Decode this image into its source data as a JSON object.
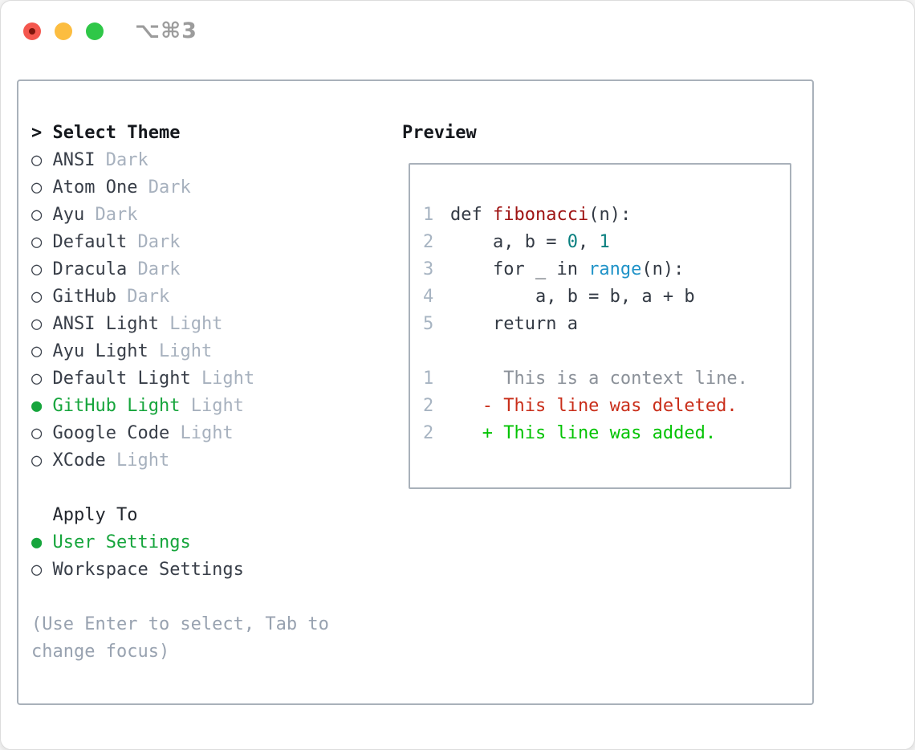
{
  "window": {
    "title": "⌥⌘3",
    "traffic_lights": [
      "close",
      "minimize",
      "zoom"
    ]
  },
  "colors": {
    "panel_border": "#a9b1ba",
    "selected_green": "#16a53c",
    "added_green": "#03c303",
    "deleted_red": "#c92e1a",
    "function_red": "#9e1313",
    "number_teal": "#087f7f",
    "builtin_blue": "#2093c8",
    "muted_gray": "#a7b1be",
    "hint_gray": "#98a2b0"
  },
  "theme_panel": {
    "header": {
      "cursor": ">",
      "label": "Select Theme"
    },
    "items": [
      {
        "name": "ANSI",
        "variant": "Dark",
        "selected": false
      },
      {
        "name": "Atom One",
        "variant": "Dark",
        "selected": false
      },
      {
        "name": "Ayu",
        "variant": "Dark",
        "selected": false
      },
      {
        "name": "Default",
        "variant": "Dark",
        "selected": false
      },
      {
        "name": "Dracula",
        "variant": "Dark",
        "selected": false
      },
      {
        "name": "GitHub",
        "variant": "Dark",
        "selected": false
      },
      {
        "name": "ANSI Light",
        "variant": "Light",
        "selected": false
      },
      {
        "name": "Ayu Light",
        "variant": "Light",
        "selected": false
      },
      {
        "name": "Default Light",
        "variant": "Light",
        "selected": false
      },
      {
        "name": "GitHub Light",
        "variant": "Light",
        "selected": true
      },
      {
        "name": "Google Code",
        "variant": "Light",
        "selected": false
      },
      {
        "name": "XCode",
        "variant": "Light",
        "selected": false
      }
    ],
    "apply_to": {
      "label": "Apply To",
      "options": [
        {
          "name": "User Settings",
          "selected": true
        },
        {
          "name": "Workspace Settings",
          "selected": false
        }
      ]
    },
    "hint_lines": [
      "(Use Enter to select, Tab to",
      "change focus)"
    ]
  },
  "preview_panel": {
    "label": "Preview",
    "code_lines": [
      {
        "num": "1",
        "segments": [
          {
            "text": "def ",
            "style": "code"
          },
          {
            "text": "fibonacci",
            "style": "title"
          },
          {
            "text": "(n):",
            "style": "code"
          }
        ]
      },
      {
        "num": "2",
        "segments": [
          {
            "text": "    a, b = ",
            "style": "code"
          },
          {
            "text": "0",
            "style": "number"
          },
          {
            "text": ", ",
            "style": "code"
          },
          {
            "text": "1",
            "style": "number"
          }
        ]
      },
      {
        "num": "3",
        "segments": [
          {
            "text": "    for _ in ",
            "style": "code"
          },
          {
            "text": "range",
            "style": "builtin"
          },
          {
            "text": "(n):",
            "style": "code"
          }
        ]
      },
      {
        "num": "4",
        "segments": [
          {
            "text": "        a, b = b, a + b",
            "style": "code"
          }
        ]
      },
      {
        "num": "5",
        "segments": [
          {
            "text": "    return a",
            "style": "code"
          }
        ]
      },
      {
        "num": "",
        "segments": []
      },
      {
        "num": "1",
        "segments": [
          {
            "text": "     This is a context line.",
            "style": "context"
          }
        ]
      },
      {
        "num": "2",
        "segments": [
          {
            "text": "   - This line was deleted.",
            "style": "deleted"
          }
        ]
      },
      {
        "num": "2",
        "segments": [
          {
            "text": "   + This line was added.",
            "style": "added"
          }
        ]
      }
    ]
  }
}
